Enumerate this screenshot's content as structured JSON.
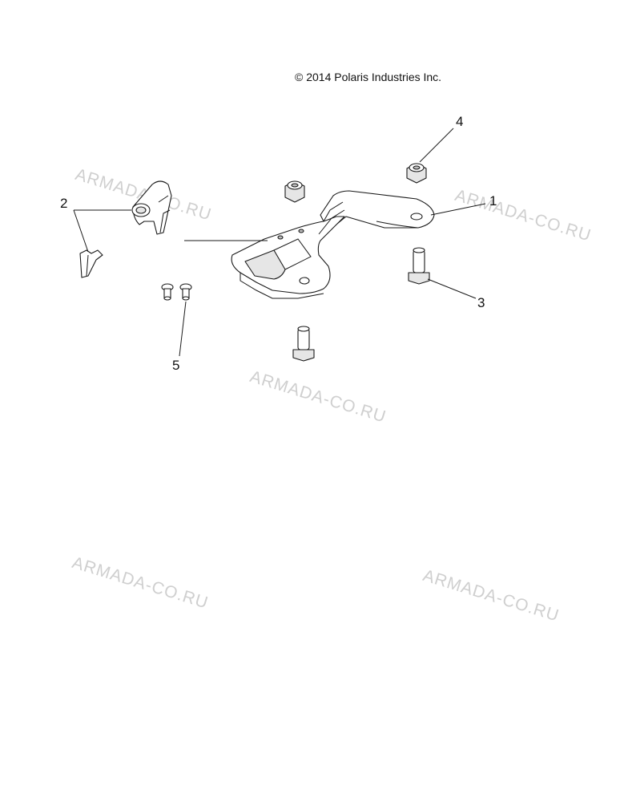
{
  "copyright": "© 2014 Polaris Industries Inc.",
  "callouts": [
    "1",
    "2",
    "3",
    "4",
    "5"
  ],
  "watermark_text": "ARMADA-CO.RU",
  "colors": {
    "line": "#1a1a1a",
    "watermark": "#cfcfcf",
    "background": "#ffffff"
  }
}
